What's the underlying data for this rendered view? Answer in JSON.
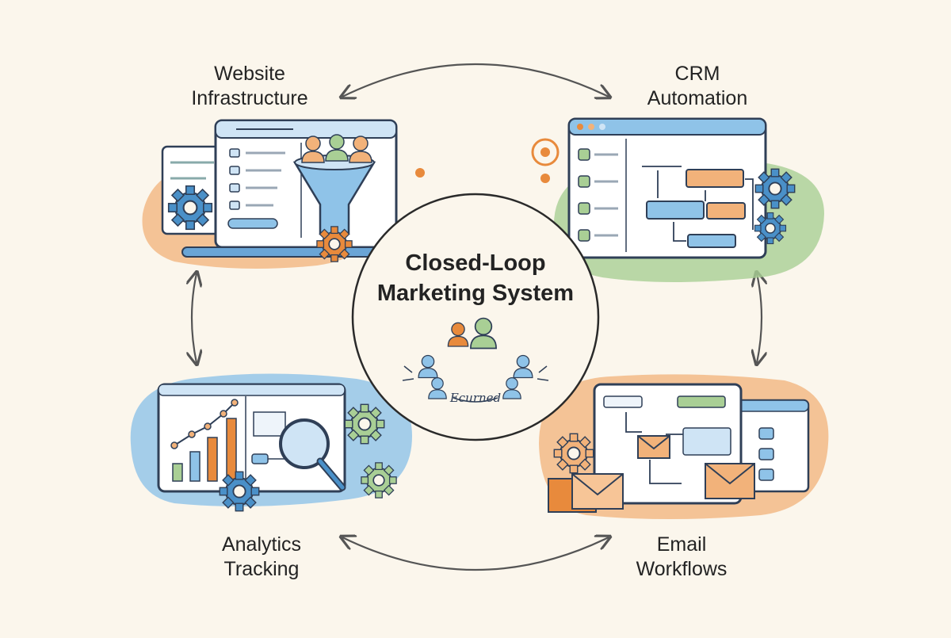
{
  "diagram": {
    "center": {
      "title_line1": "Closed-Loop",
      "title_line2": "Marketing System",
      "caption": "Ecurned"
    },
    "nodes": [
      {
        "id": "website",
        "line1": "Website",
        "line2": "Infrastructure",
        "accent": "#f2b27a"
      },
      {
        "id": "crm",
        "line1": "CRM",
        "line2": "Automation",
        "accent": "#a9cf95"
      },
      {
        "id": "analytics",
        "line1": "Analytics",
        "line2": "Tracking",
        "accent": "#8fc3e8"
      },
      {
        "id": "email",
        "line1": "Email",
        "line2": "Workflows",
        "accent": "#f2b27a"
      }
    ],
    "colors": {
      "background": "#fbf6ec",
      "outline": "#2f3f57",
      "blue": "#4a90c8",
      "light_blue": "#cfe4f5",
      "orange": "#e88a3c",
      "green": "#9fca8a",
      "arrow": "#555555"
    }
  }
}
